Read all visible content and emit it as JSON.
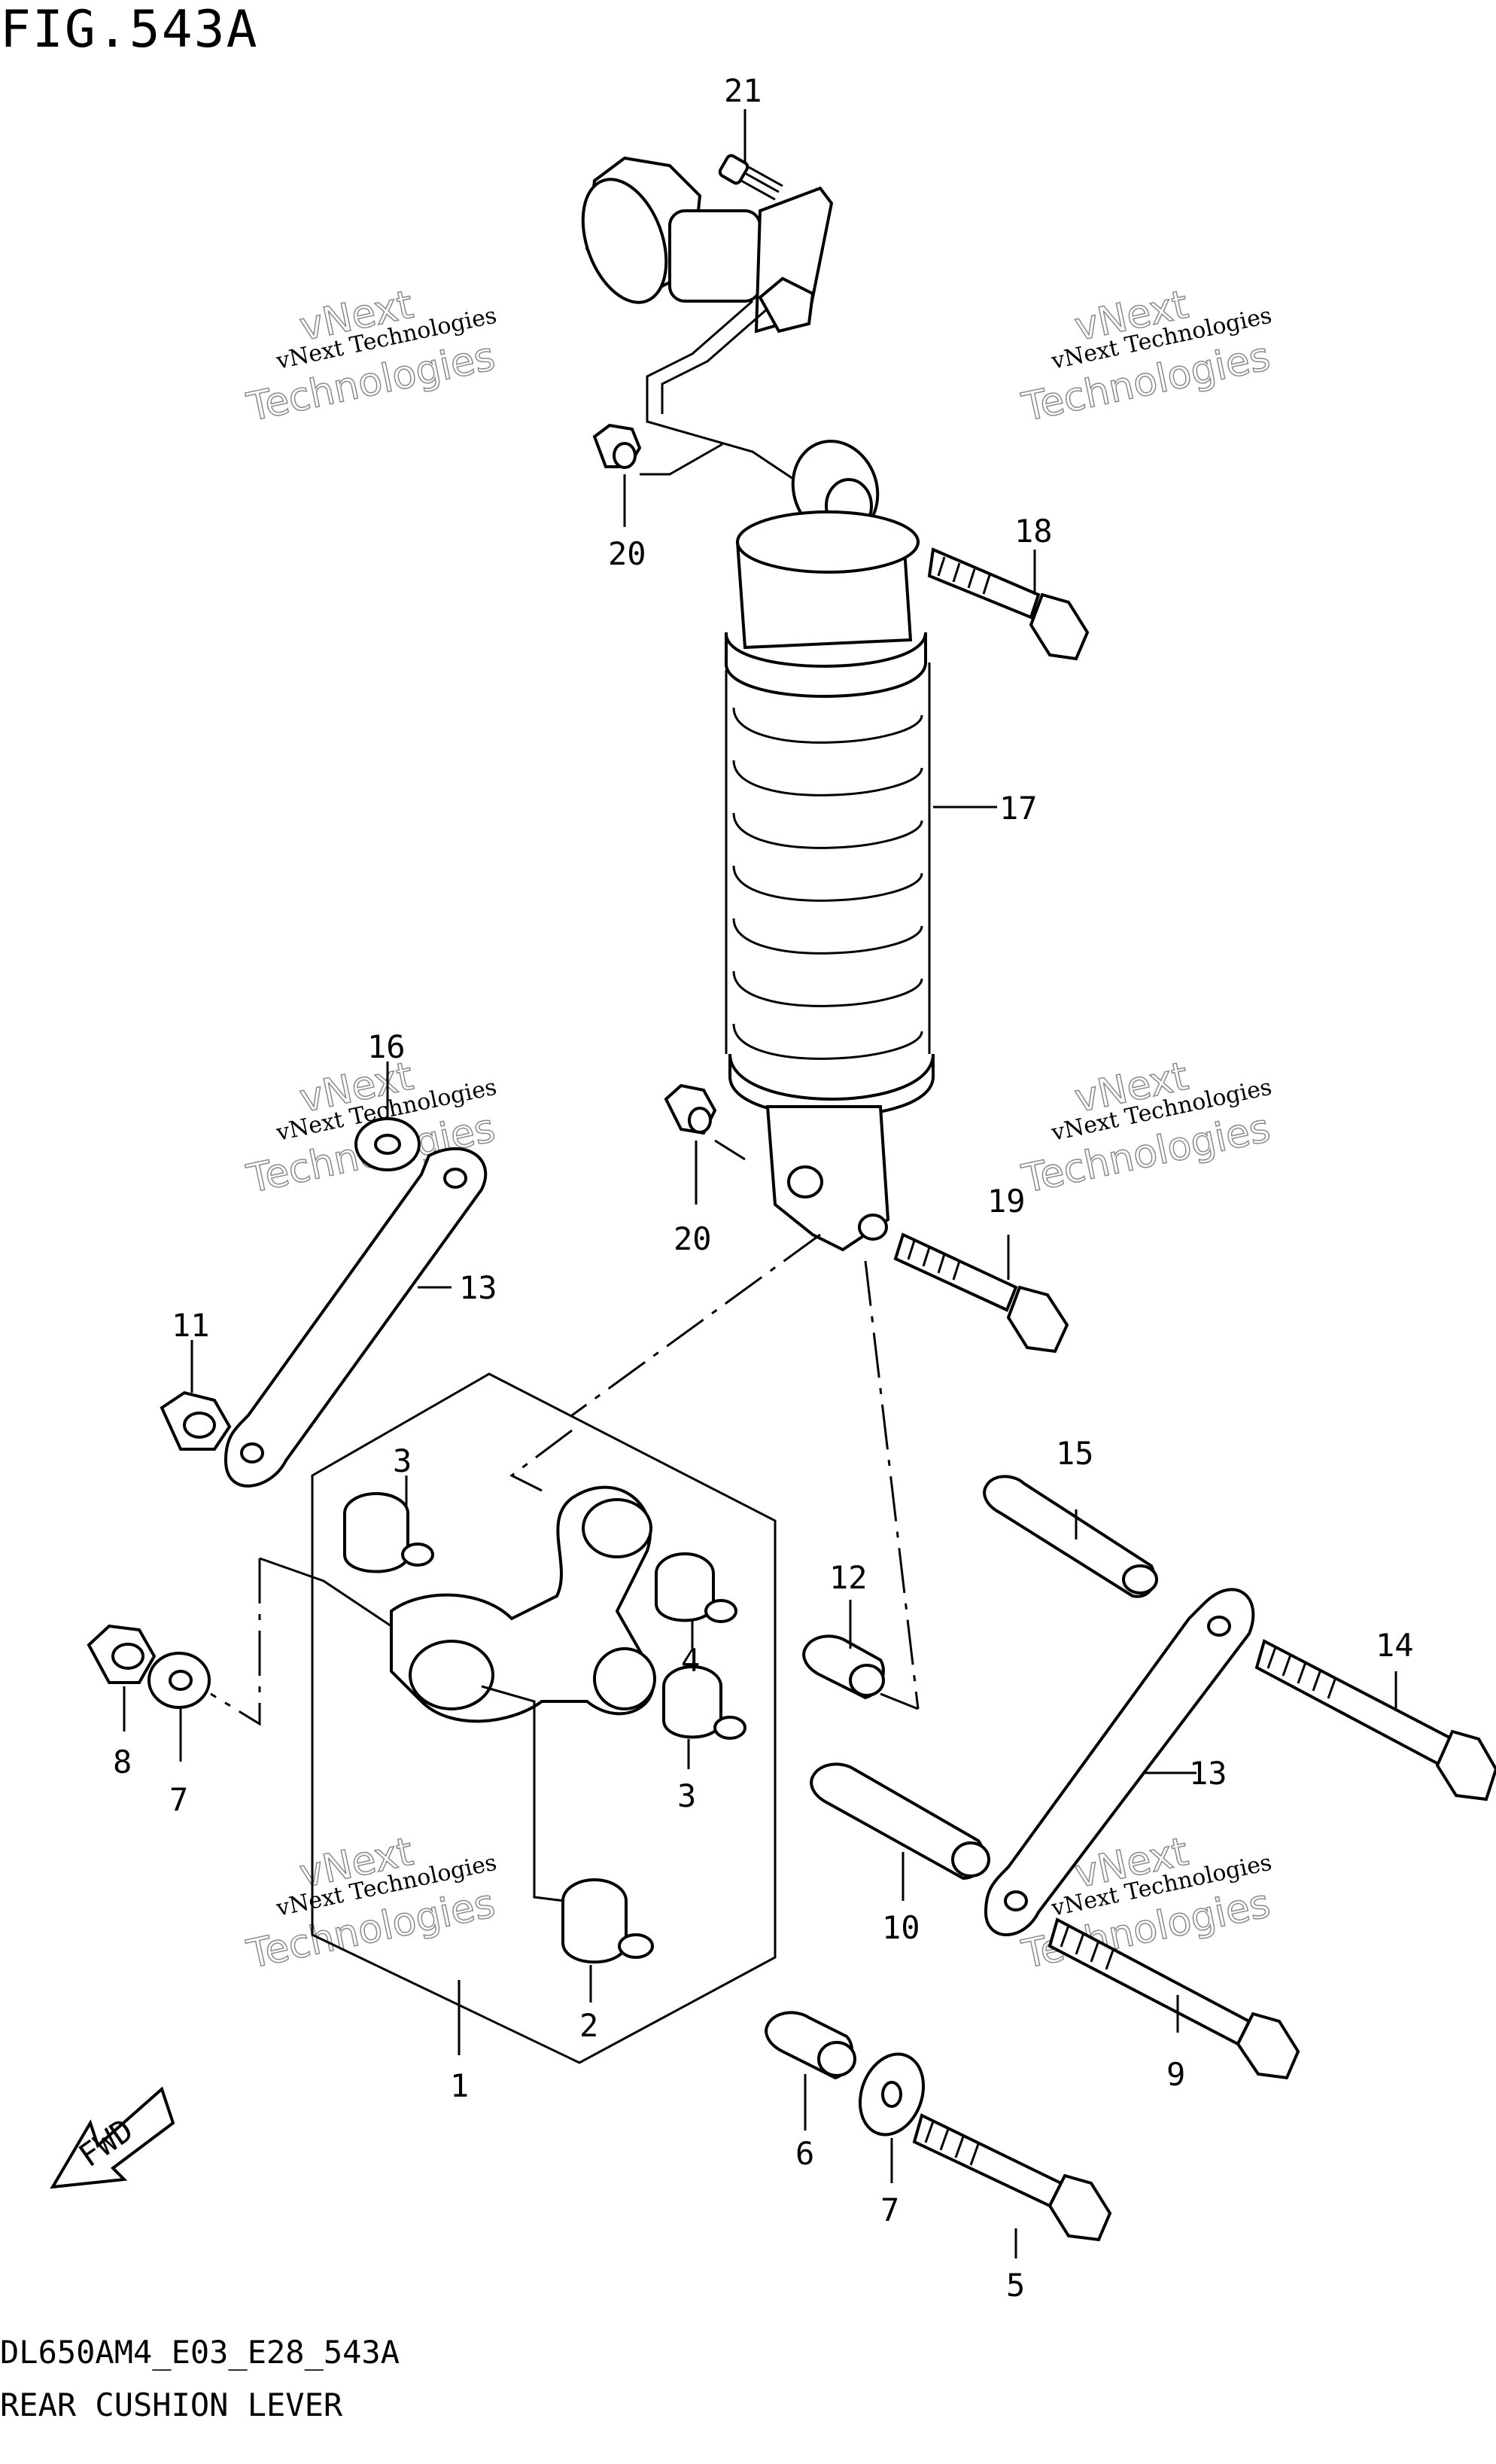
{
  "figure": {
    "title": "FIG.543A",
    "model_code": "DL650AM4_E03_E28_543A",
    "name": "REAR CUSHION LEVER"
  },
  "watermark": {
    "line1": "vNext Technologies",
    "line2": "vNext",
    "line3": "Technologies"
  },
  "direction_label": "FWD",
  "callouts": [
    "21",
    "20",
    "18",
    "17",
    "16",
    "13",
    "11",
    "20",
    "19",
    "3",
    "15",
    "12",
    "14",
    "4",
    "8",
    "7",
    "3",
    "13",
    "10",
    "2",
    "9",
    "1",
    "6",
    "7",
    "5"
  ]
}
